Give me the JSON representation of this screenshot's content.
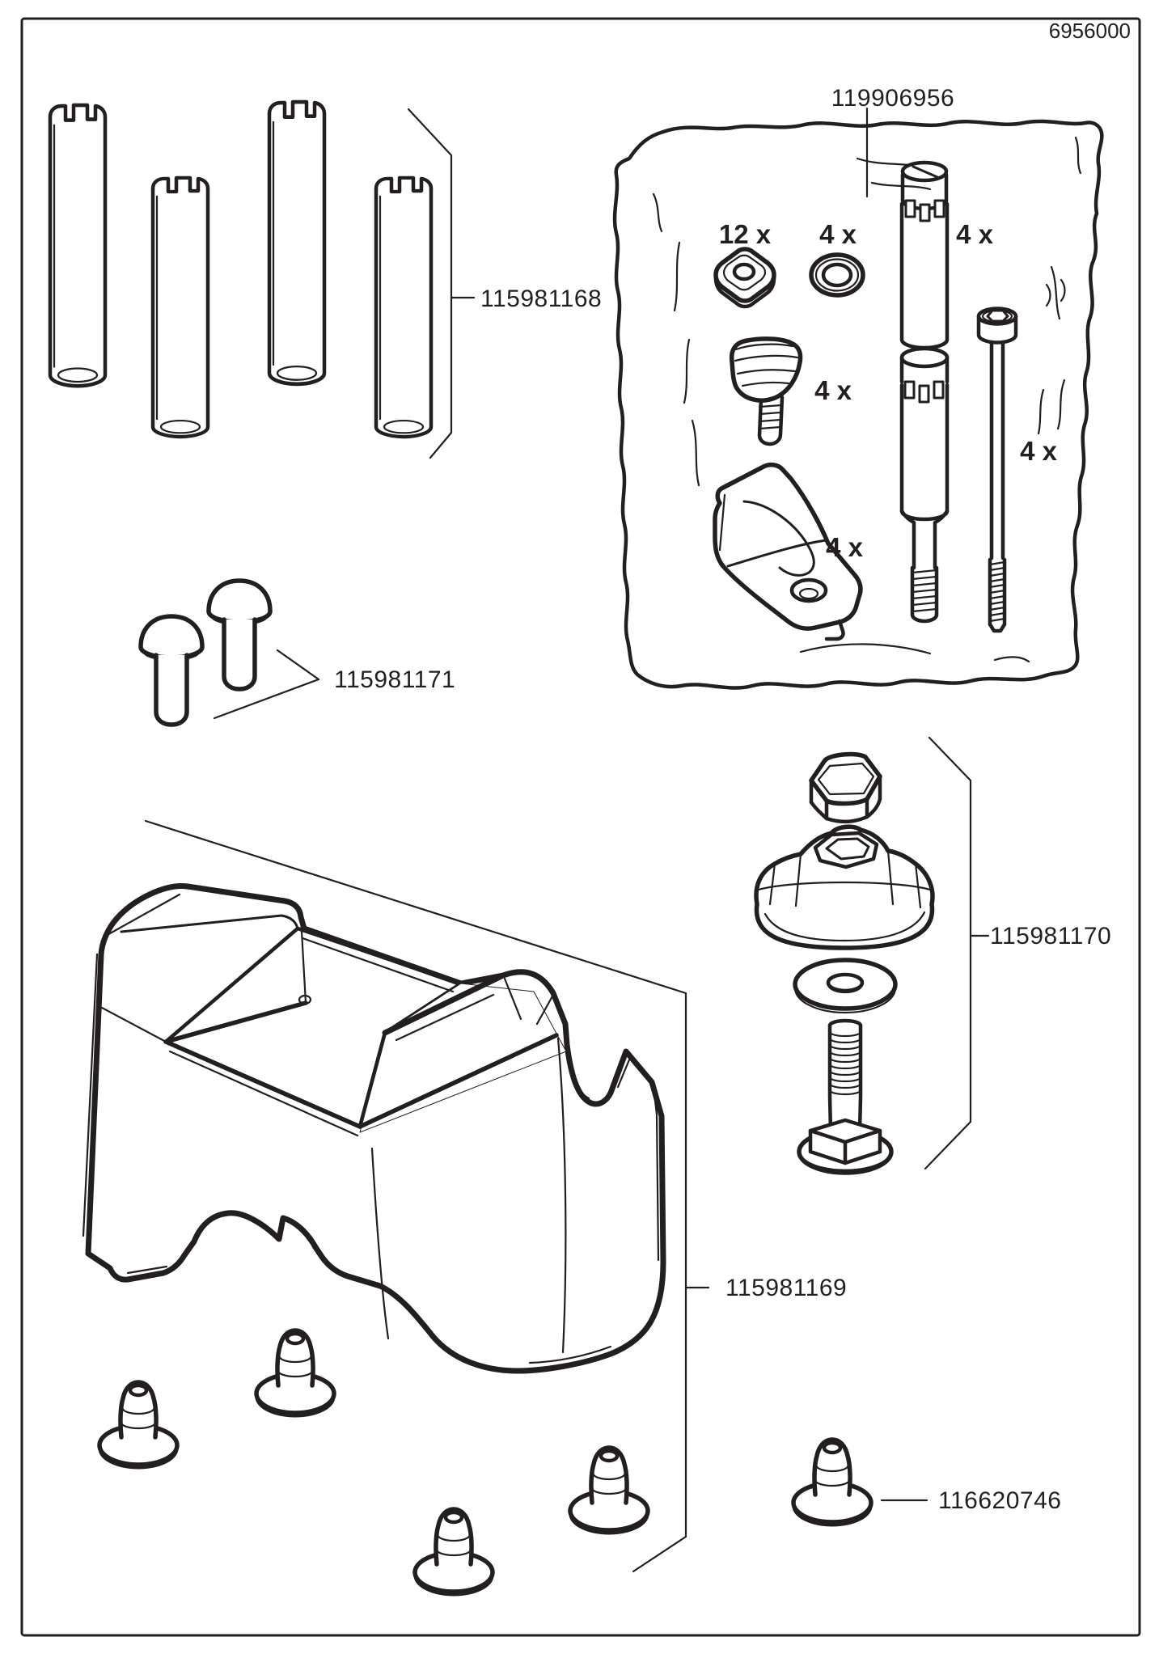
{
  "page": {
    "doc_number": "6956000",
    "background": "#ffffff",
    "line_color": "#231f20"
  },
  "hardware_bag": {
    "part_number": "119906956",
    "items": [
      {
        "name": "square-nut",
        "qty": "12 x"
      },
      {
        "name": "washer",
        "qty": "4 x"
      },
      {
        "name": "spindle-pin",
        "qty": "4 x"
      },
      {
        "name": "thumb-screw",
        "qty": "4 x"
      },
      {
        "name": "corner-bracket",
        "qty": "4 x"
      },
      {
        "name": "socket-head-bolt",
        "qty": "4 x"
      }
    ]
  },
  "parts": [
    {
      "name": "leg-tube-set",
      "part_number": "115981168"
    },
    {
      "name": "rivet-pair",
      "part_number": "115981171"
    },
    {
      "name": "knob-bolt-assembly",
      "part_number": "115981170"
    },
    {
      "name": "step-stool-body",
      "part_number": "115981169"
    },
    {
      "name": "foot-cap",
      "part_number": "116620746"
    }
  ]
}
